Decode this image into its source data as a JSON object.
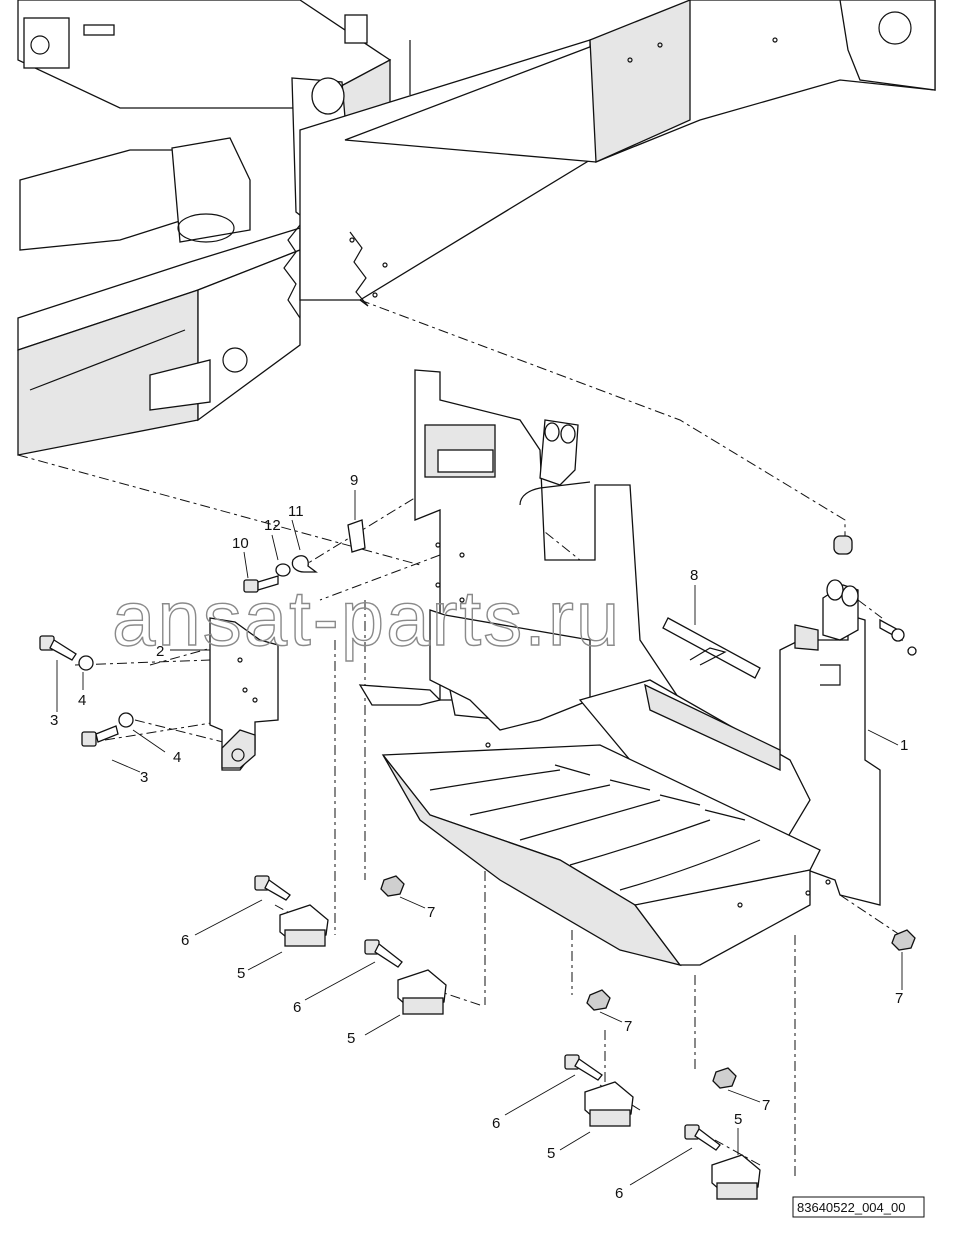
{
  "watermark": "ansat-parts.ru",
  "reference": "83640522_004_00",
  "callouts": [
    {
      "id": "c1",
      "text": "1"
    },
    {
      "id": "c2",
      "text": "2"
    },
    {
      "id": "c3a",
      "text": "3"
    },
    {
      "id": "c3b",
      "text": "3"
    },
    {
      "id": "c4a",
      "text": "4"
    },
    {
      "id": "c4b",
      "text": "4"
    },
    {
      "id": "c5a",
      "text": "5"
    },
    {
      "id": "c5b",
      "text": "5"
    },
    {
      "id": "c5c",
      "text": "5"
    },
    {
      "id": "c5d",
      "text": "5"
    },
    {
      "id": "c6a",
      "text": "6"
    },
    {
      "id": "c6b",
      "text": "6"
    },
    {
      "id": "c6c",
      "text": "6"
    },
    {
      "id": "c6d",
      "text": "6"
    },
    {
      "id": "c7a",
      "text": "7"
    },
    {
      "id": "c7b",
      "text": "7"
    },
    {
      "id": "c7c",
      "text": "7"
    },
    {
      "id": "c7d",
      "text": "7"
    },
    {
      "id": "c8",
      "text": "8"
    },
    {
      "id": "c9",
      "text": "9"
    },
    {
      "id": "c10",
      "text": "10"
    },
    {
      "id": "c11",
      "text": "11"
    },
    {
      "id": "c12",
      "text": "12"
    }
  ]
}
